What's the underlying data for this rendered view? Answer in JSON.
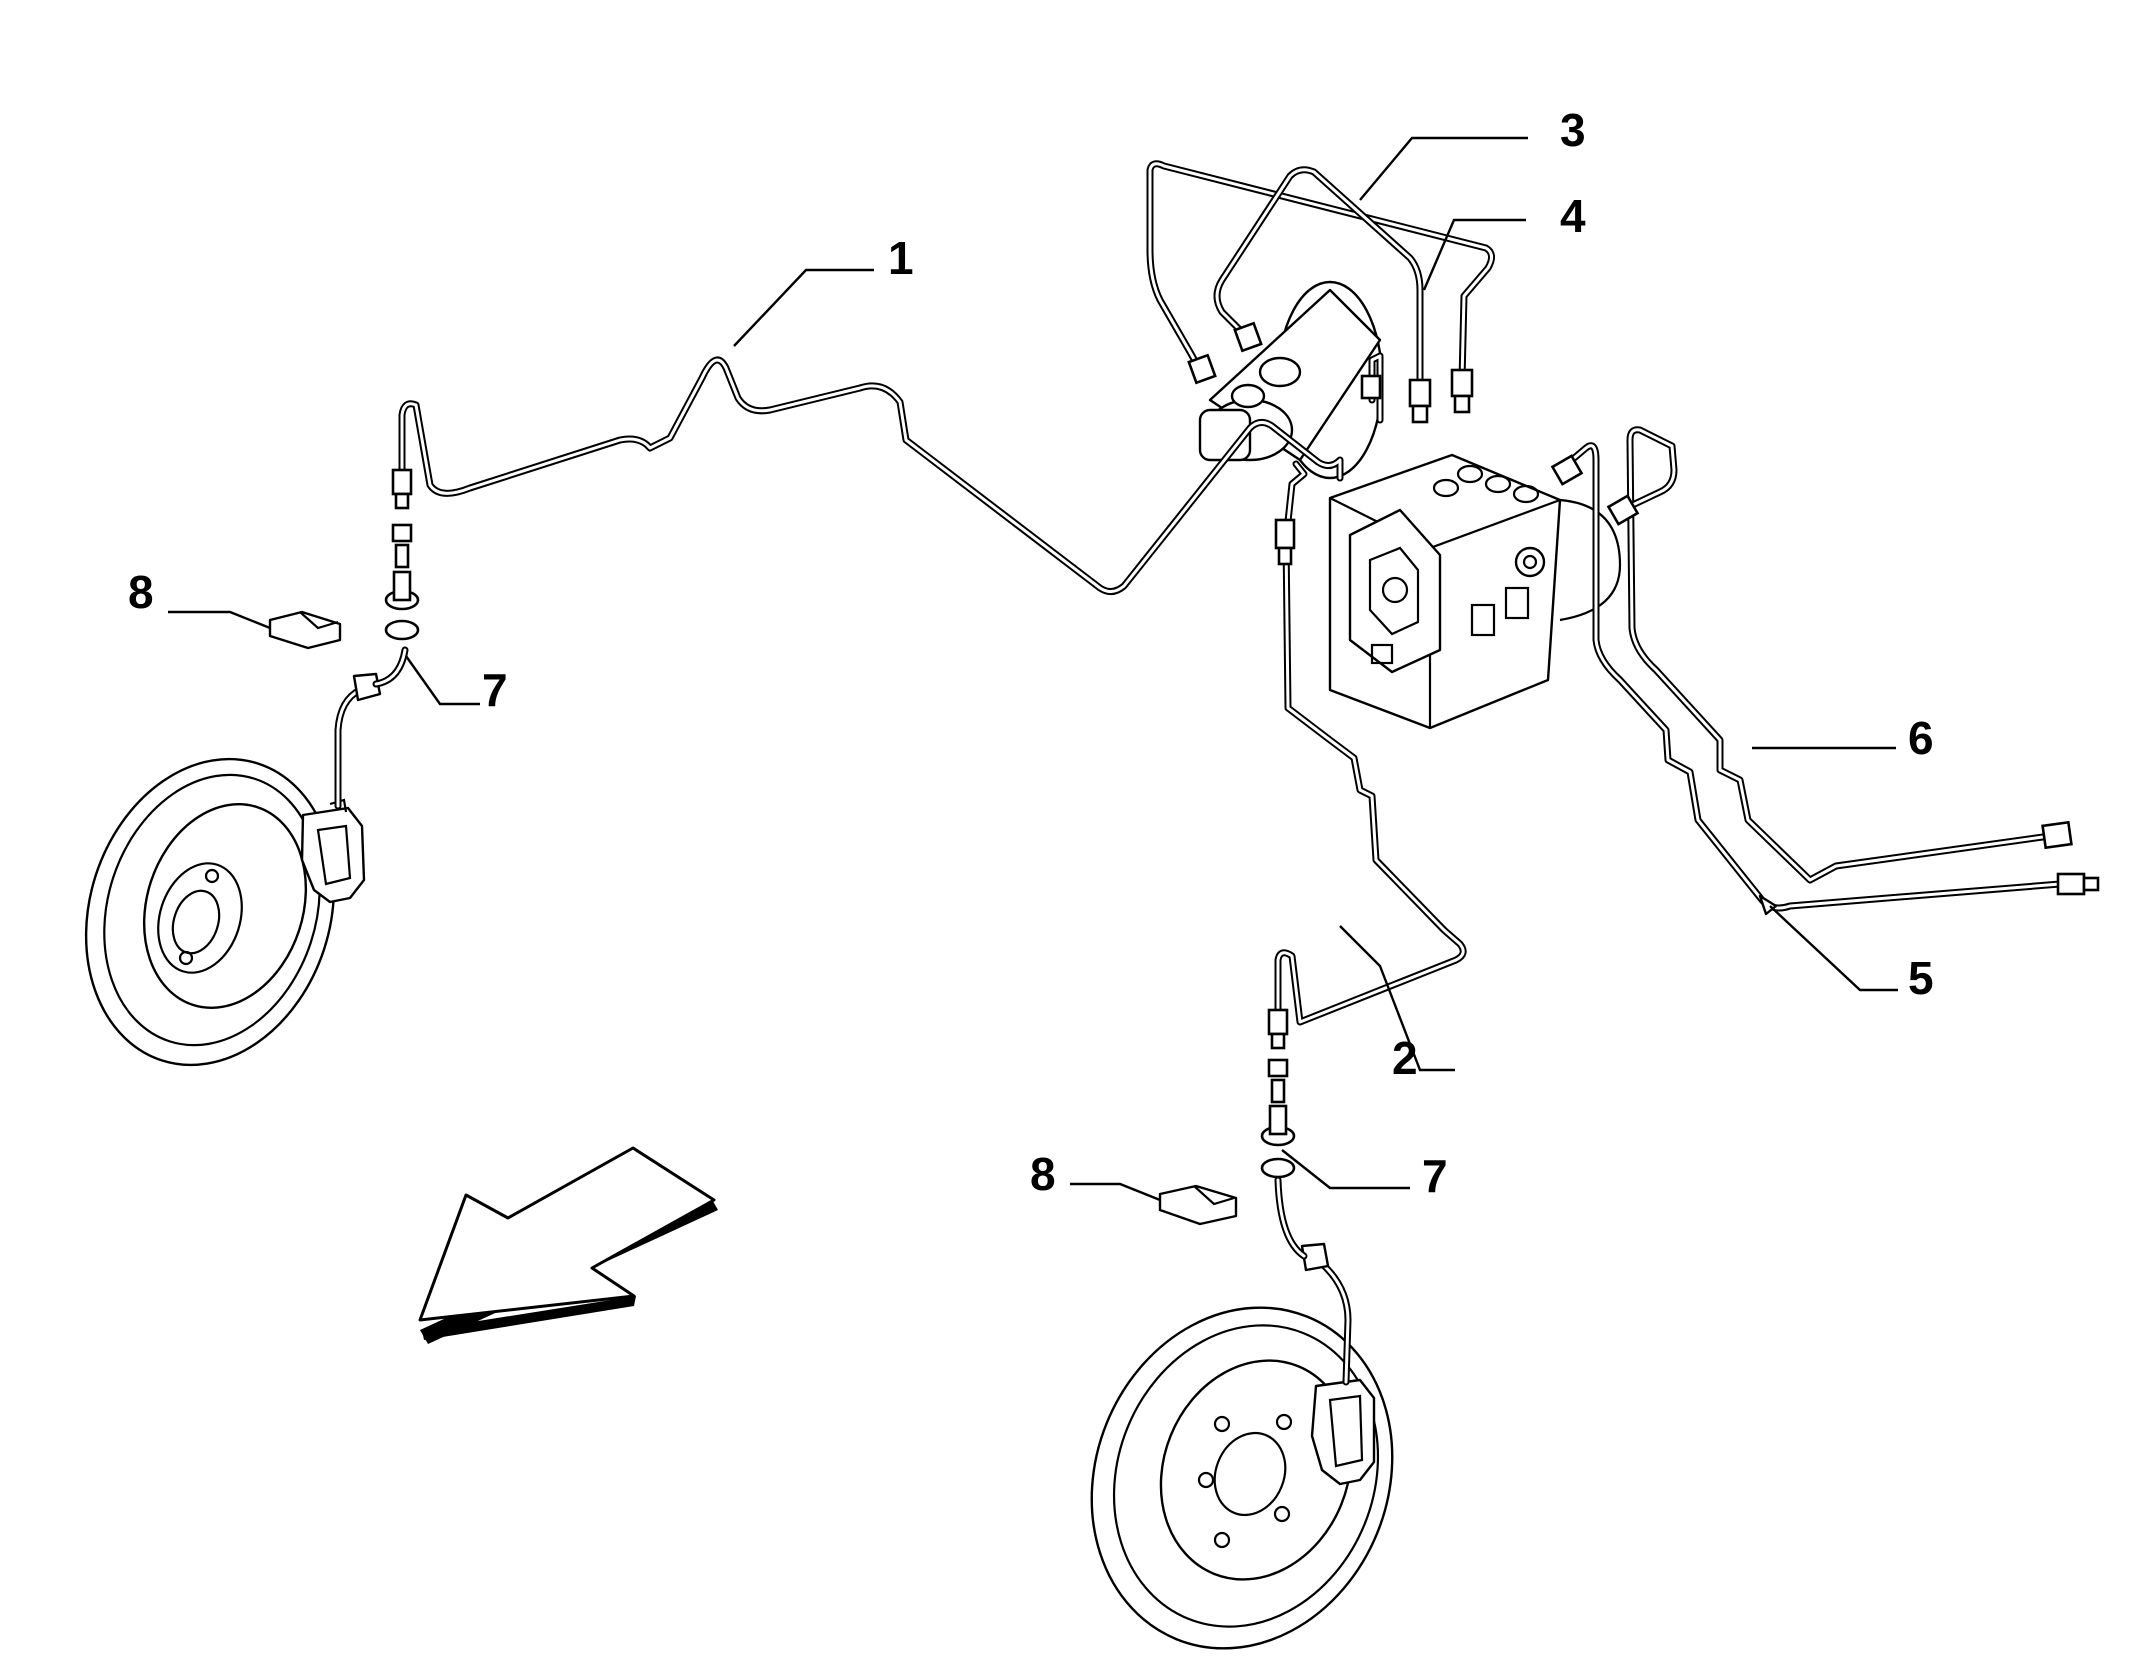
{
  "callouts": [
    {
      "id": "1",
      "label": "1"
    },
    {
      "id": "2",
      "label": "2"
    },
    {
      "id": "3",
      "label": "3"
    },
    {
      "id": "4",
      "label": "4"
    },
    {
      "id": "5",
      "label": "5"
    },
    {
      "id": "6",
      "label": "6"
    },
    {
      "id": "7a",
      "label": "7"
    },
    {
      "id": "7b",
      "label": "7"
    },
    {
      "id": "8a",
      "label": "8"
    },
    {
      "id": "8b",
      "label": "8"
    }
  ],
  "colors": {
    "line": "#000000",
    "background": "#ffffff"
  }
}
